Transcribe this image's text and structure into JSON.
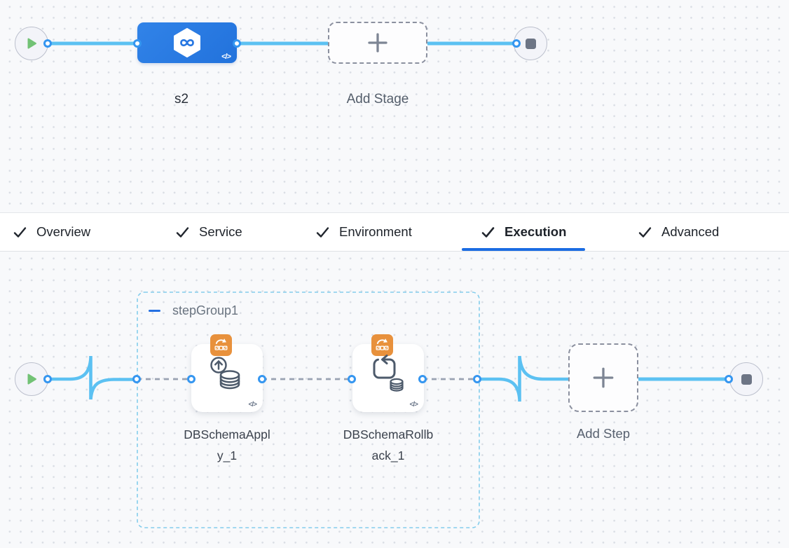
{
  "stage_graph": {
    "stage_label": "s2",
    "add_stage_label": "Add Stage",
    "code_badge": "</>"
  },
  "tabs": [
    {
      "label": "Overview",
      "checked": true,
      "active": false
    },
    {
      "label": "Service",
      "checked": true,
      "active": false
    },
    {
      "label": "Environment",
      "checked": true,
      "active": false
    },
    {
      "label": "Execution",
      "checked": true,
      "active": true
    },
    {
      "label": "Advanced",
      "checked": true,
      "active": false
    }
  ],
  "execution_graph": {
    "step_group_label": "stepGroup1",
    "steps": [
      {
        "label": "DBSchemaApply_1",
        "badge_icon": "rolling-strategy-icon",
        "main_icon": "db-schema-apply-icon"
      },
      {
        "label": "DBSchemaRollback_1",
        "badge_icon": "rolling-strategy-icon",
        "main_icon": "db-schema-rollback-icon"
      }
    ],
    "add_step_label": "Add Step",
    "code_badge": "</>"
  },
  "icons": {
    "start": "play-icon",
    "end": "stop-icon",
    "add": "plus-icon",
    "tab_state": "check-icon",
    "stage": "harness-hexagon-icon",
    "collapse": "minus-icon",
    "code": "code-brackets-icon"
  },
  "colors": {
    "accent_blue": "#1b6ce2",
    "stage_node_blue": "#2a7be0",
    "wire_blue": "#5cc1f2",
    "port_blue": "#3596f0",
    "badge_orange": "#e8913c",
    "group_border_cyan": "#84cdec",
    "play_green": "#72c275",
    "canvas_bg": "#f8f9fb"
  }
}
